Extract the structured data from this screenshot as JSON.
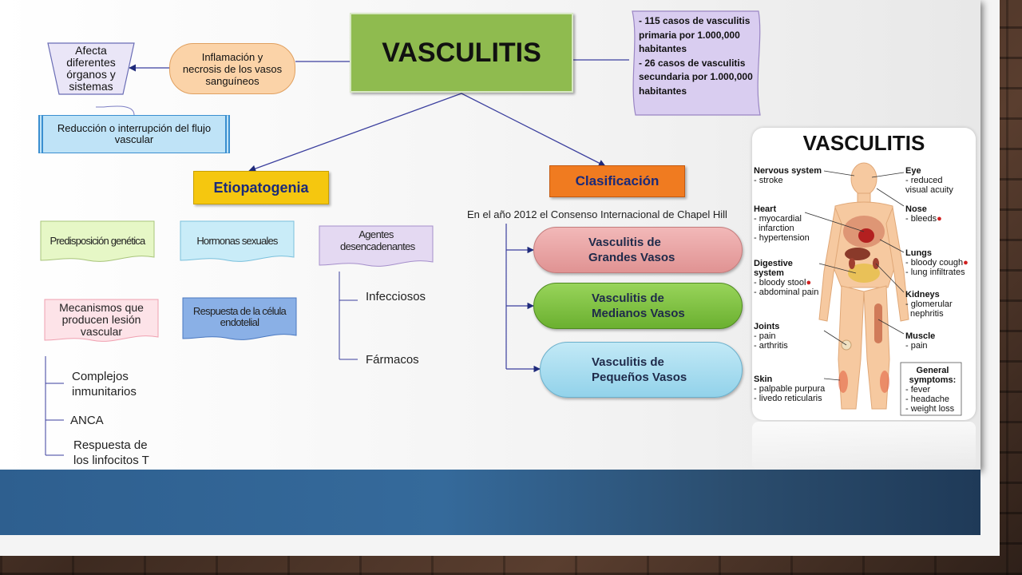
{
  "title": "VASCULITIS",
  "inflamacion": "Inflamación y necrosis de los vasos sanguíneos",
  "afecta": [
    "Afecta",
    "diferentes",
    "órganos y",
    "sistemas"
  ],
  "reduccion": "Reducción o interrupción del flujo vascular",
  "stats": {
    "line1": "- 115 casos de vasculitis primaria por 1.000,000 habitantes",
    "line2": "- 26 casos de vasculitis secundaria por 1.000,000 habitantes"
  },
  "etiopatogenia": {
    "label": "Etiopatogenia",
    "predisposicion": "Predisposición genética",
    "hormonas": "Hormonas sexuales",
    "agentes": "Agentes desencadenantes",
    "infecciosos": "Infecciosos",
    "farmacos": "Fármacos",
    "mecanismos": "Mecanismos que producen lesión vascular",
    "respuesta_celula": "Respuesta de la célula endotelial",
    "complejos": [
      "Complejos",
      "inmunitarios"
    ],
    "anca": "ANCA",
    "linfocitos": [
      "Respuesta de",
      "los linfocitos T"
    ]
  },
  "clasificacion": {
    "label": "Clasificación",
    "consenso": "En el año 2012 el Consenso Internacional de Chapel Hill",
    "grandes": [
      "Vasculitis de",
      "Grandes Vasos"
    ],
    "medianos": [
      "Vasculitis de",
      "Medianos  Vasos"
    ],
    "pequenos": [
      "Vasculitis de",
      "Pequeños  Vasos"
    ]
  },
  "infographic": {
    "title": "VASCULITIS",
    "nervous": {
      "name": "Nervous system",
      "items": [
        "- stroke"
      ]
    },
    "heart": {
      "name": "Heart",
      "items": [
        "- myocardial",
        "  infarction",
        "- hypertension"
      ]
    },
    "digestive": {
      "name": [
        "Digestive",
        "system"
      ],
      "items": [
        "- bloody stool",
        "- abdominal pain"
      ]
    },
    "joints": {
      "name": "Joints",
      "items": [
        "- pain",
        "- arthritis"
      ]
    },
    "skin": {
      "name": "Skin",
      "items": [
        "- palpable purpura",
        "- livedo reticularis"
      ]
    },
    "eye": {
      "name": "Eye",
      "items": [
        "- reduced",
        "visual acuity"
      ]
    },
    "nose": {
      "name": "Nose",
      "items": [
        "- bleeds"
      ]
    },
    "lungs": {
      "name": "Lungs",
      "items": [
        "- bloody cough",
        "- lung infiltrates"
      ]
    },
    "kidneys": {
      "name": "Kidneys",
      "items": [
        "- glomerular",
        "nephritis"
      ]
    },
    "muscle": {
      "name": "Muscle",
      "items": [
        "- pain"
      ]
    },
    "general": {
      "name": [
        "General",
        "symptoms:"
      ],
      "items": [
        "- fever",
        "- headache",
        "- weight loss"
      ]
    }
  },
  "colors": {
    "title_fill": "#8fbb4f",
    "stats_fill": "#d9cdf0",
    "inflamacion_fill": "#fbd3a8",
    "etiopatogenia_fill": "#f5c70f",
    "clasificacion_fill": "#f07b20",
    "grandes_fill": "#e6a0a0",
    "medianos_fill": "#7cc23f",
    "pequenos_fill": "#a6ddf0",
    "arrow": "#3b3f9e"
  }
}
